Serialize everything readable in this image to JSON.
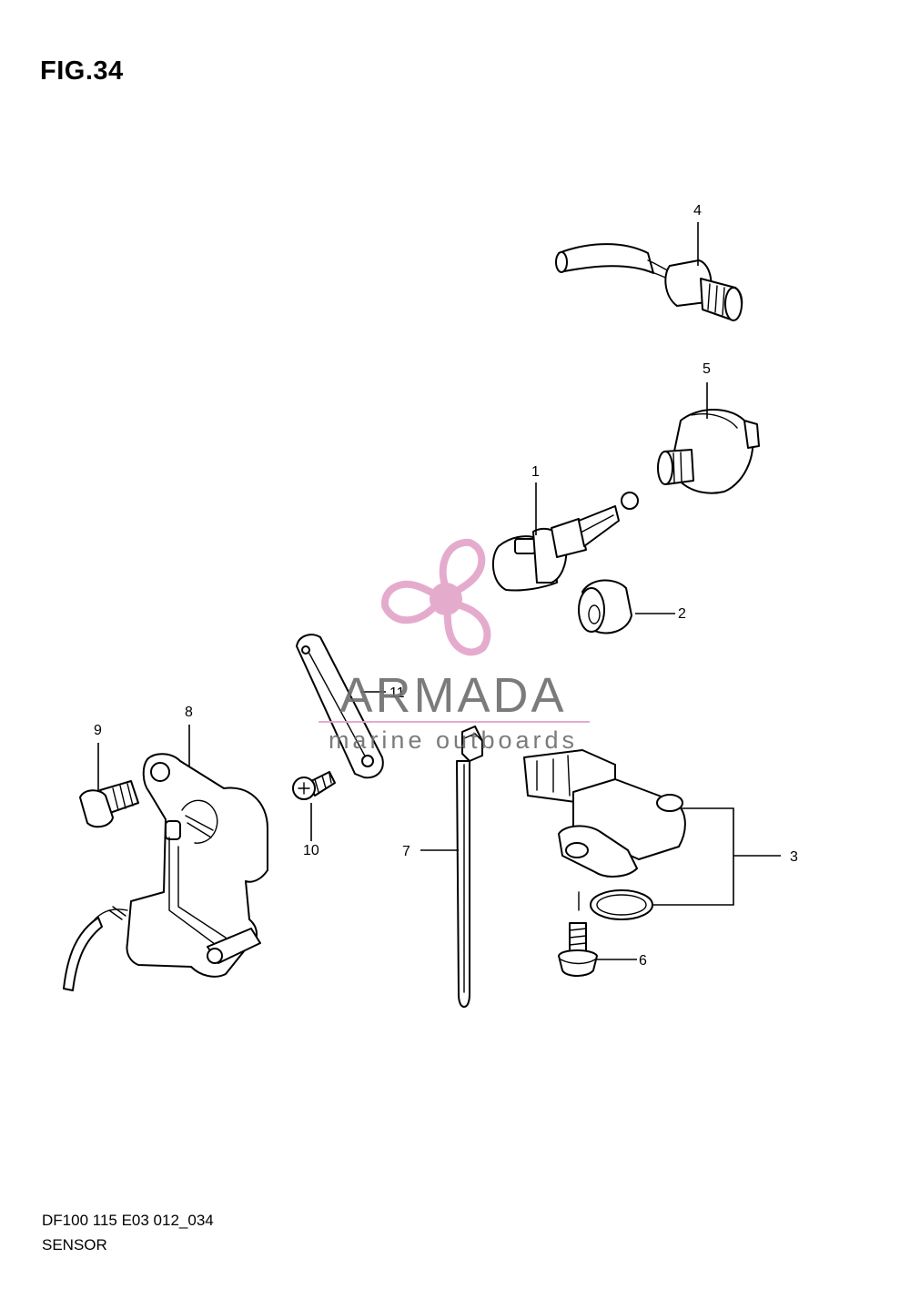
{
  "figure": {
    "title": "FIG.34",
    "code": "DF100 115 E03 012_034",
    "name": "SENSOR"
  },
  "watermark": {
    "brand": "ARMADA",
    "tagline": "marine outboards",
    "logo_icon": "propeller-icon",
    "logo_color": "#e3a3c8",
    "text_color": "#6d6d6d"
  },
  "callouts": [
    {
      "id": "1",
      "label": "1"
    },
    {
      "id": "2",
      "label": "2"
    },
    {
      "id": "3",
      "label": "3"
    },
    {
      "id": "4",
      "label": "4"
    },
    {
      "id": "5",
      "label": "5"
    },
    {
      "id": "6",
      "label": "6"
    },
    {
      "id": "7",
      "label": "7"
    },
    {
      "id": "8",
      "label": "8"
    },
    {
      "id": "9",
      "label": "9"
    },
    {
      "id": "10",
      "label": "10"
    },
    {
      "id": "11",
      "label": "11"
    }
  ]
}
